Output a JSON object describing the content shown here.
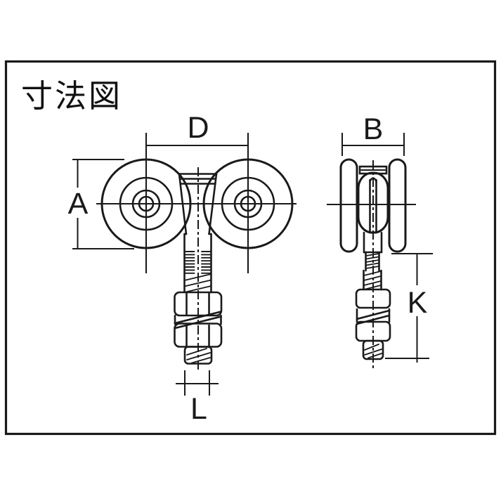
{
  "title": "寸法図",
  "colors": {
    "line": "#1a1a1a",
    "background": "#ffffff"
  },
  "views": {
    "front": {
      "dimensions": {
        "wheel_pitch": "D",
        "wheel_diameter": "A",
        "bolt_width": "L"
      }
    },
    "side": {
      "dimensions": {
        "overall_width": "B",
        "drop_length": "K"
      }
    }
  }
}
